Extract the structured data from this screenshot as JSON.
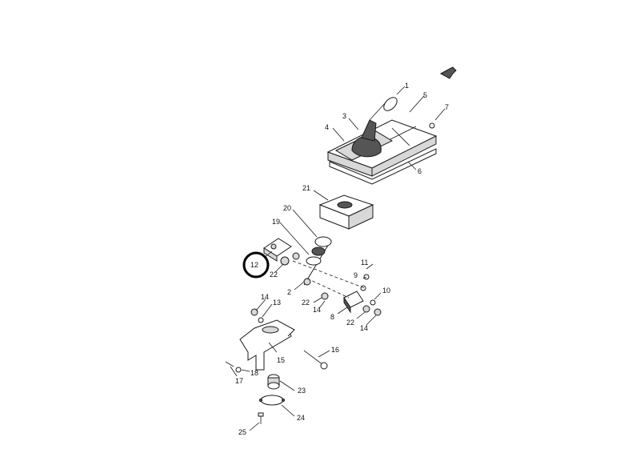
{
  "diagram": {
    "callouts": [
      {
        "id": "c1",
        "label": "1"
      },
      {
        "id": "c2",
        "label": "2"
      },
      {
        "id": "c3",
        "label": "3"
      },
      {
        "id": "c4",
        "label": "4"
      },
      {
        "id": "c5",
        "label": "5"
      },
      {
        "id": "c6",
        "label": "6"
      },
      {
        "id": "c7",
        "label": "7"
      },
      {
        "id": "c8",
        "label": "8"
      },
      {
        "id": "c9",
        "label": "9"
      },
      {
        "id": "c10",
        "label": "10"
      },
      {
        "id": "c11",
        "label": "11"
      },
      {
        "id": "c12",
        "label": "12"
      },
      {
        "id": "c13",
        "label": "13"
      },
      {
        "id": "c14a",
        "label": "14"
      },
      {
        "id": "c14b",
        "label": "14"
      },
      {
        "id": "c14c",
        "label": "14"
      },
      {
        "id": "c15",
        "label": "15"
      },
      {
        "id": "c16",
        "label": "16"
      },
      {
        "id": "c17",
        "label": "17"
      },
      {
        "id": "c18",
        "label": "18"
      },
      {
        "id": "c19",
        "label": "19"
      },
      {
        "id": "c20",
        "label": "20"
      },
      {
        "id": "c21",
        "label": "21"
      },
      {
        "id": "c22a",
        "label": "22"
      },
      {
        "id": "c22b",
        "label": "22"
      },
      {
        "id": "c22c",
        "label": "22"
      },
      {
        "id": "c23",
        "label": "23"
      },
      {
        "id": "c24",
        "label": "24"
      },
      {
        "id": "c25",
        "label": "25"
      }
    ],
    "highlighted_callout": "12",
    "colors": {
      "line": "#1a1a1a",
      "background": "#ffffff",
      "highlight": "#000000"
    }
  }
}
